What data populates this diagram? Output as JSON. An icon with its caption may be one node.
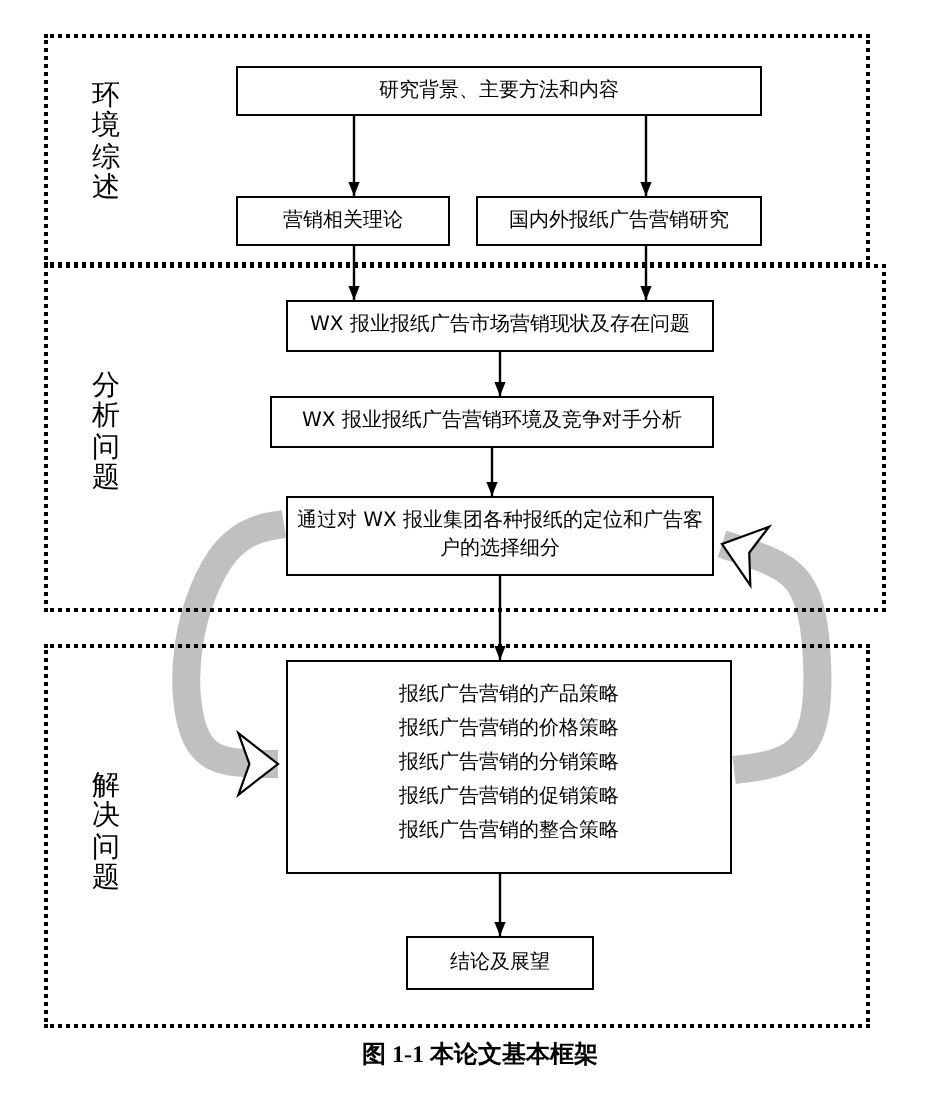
{
  "diagram": {
    "caption": "图 1-1  本论文基本框架",
    "nodes": [
      {
        "text": [
          "环境综述"
        ]
      },
      {
        "text": [
          "研究背景、主要方法和内容"
        ],
        "in": 0
      },
      {
        "text": [
          "营销相关理论"
        ],
        "in": 0
      },
      {
        "text": [
          "国内外报纸广告营销研究"
        ],
        "in": 0
      },
      {
        "text": [
          "分析问题"
        ]
      },
      {
        "text": [
          "WX 报业报纸广告市场营销现状及存在问题"
        ],
        "in": 4
      },
      {
        "text": [
          "WX 报业报纸广告营销环境及竞争对手分析"
        ],
        "in": 4
      },
      {
        "text": [
          "通过对 WX 报业集团各种报纸的定位和广告客户的选择细分"
        ],
        "in": 4
      },
      {
        "text": [
          "解决问题"
        ]
      },
      {
        "text": [
          "报纸广告营销的产品策略",
          "报纸广告营销的价格策略",
          "报纸广告营销的分销策略",
          "报纸广告营销的促销策略",
          "报纸广告营销的整合策略"
        ],
        "in": 8
      },
      {
        "text": [
          "结论及展望"
        ],
        "in": 8
      }
    ],
    "edges": [
      {
        "from": 1,
        "to": 2,
        "arrow": "to"
      },
      {
        "from": 1,
        "to": 3,
        "arrow": "to"
      },
      {
        "from": 2,
        "to": 5,
        "arrow": "to"
      },
      {
        "from": 3,
        "to": 5,
        "arrow": "to"
      },
      {
        "from": 5,
        "to": 6,
        "arrow": "to"
      },
      {
        "from": 6,
        "to": 7,
        "arrow": "to"
      },
      {
        "from": 7,
        "to": 9,
        "arrow": "to"
      },
      {
        "from": 9,
        "to": 10,
        "arrow": "to"
      },
      {
        "from": 7,
        "to": 9,
        "arrow": "to",
        "style": "thick",
        "color": "#c0c0c0"
      },
      {
        "from": 9,
        "to": 7,
        "arrow": "to",
        "style": "thick",
        "color": "#c0c0c0"
      }
    ]
  }
}
